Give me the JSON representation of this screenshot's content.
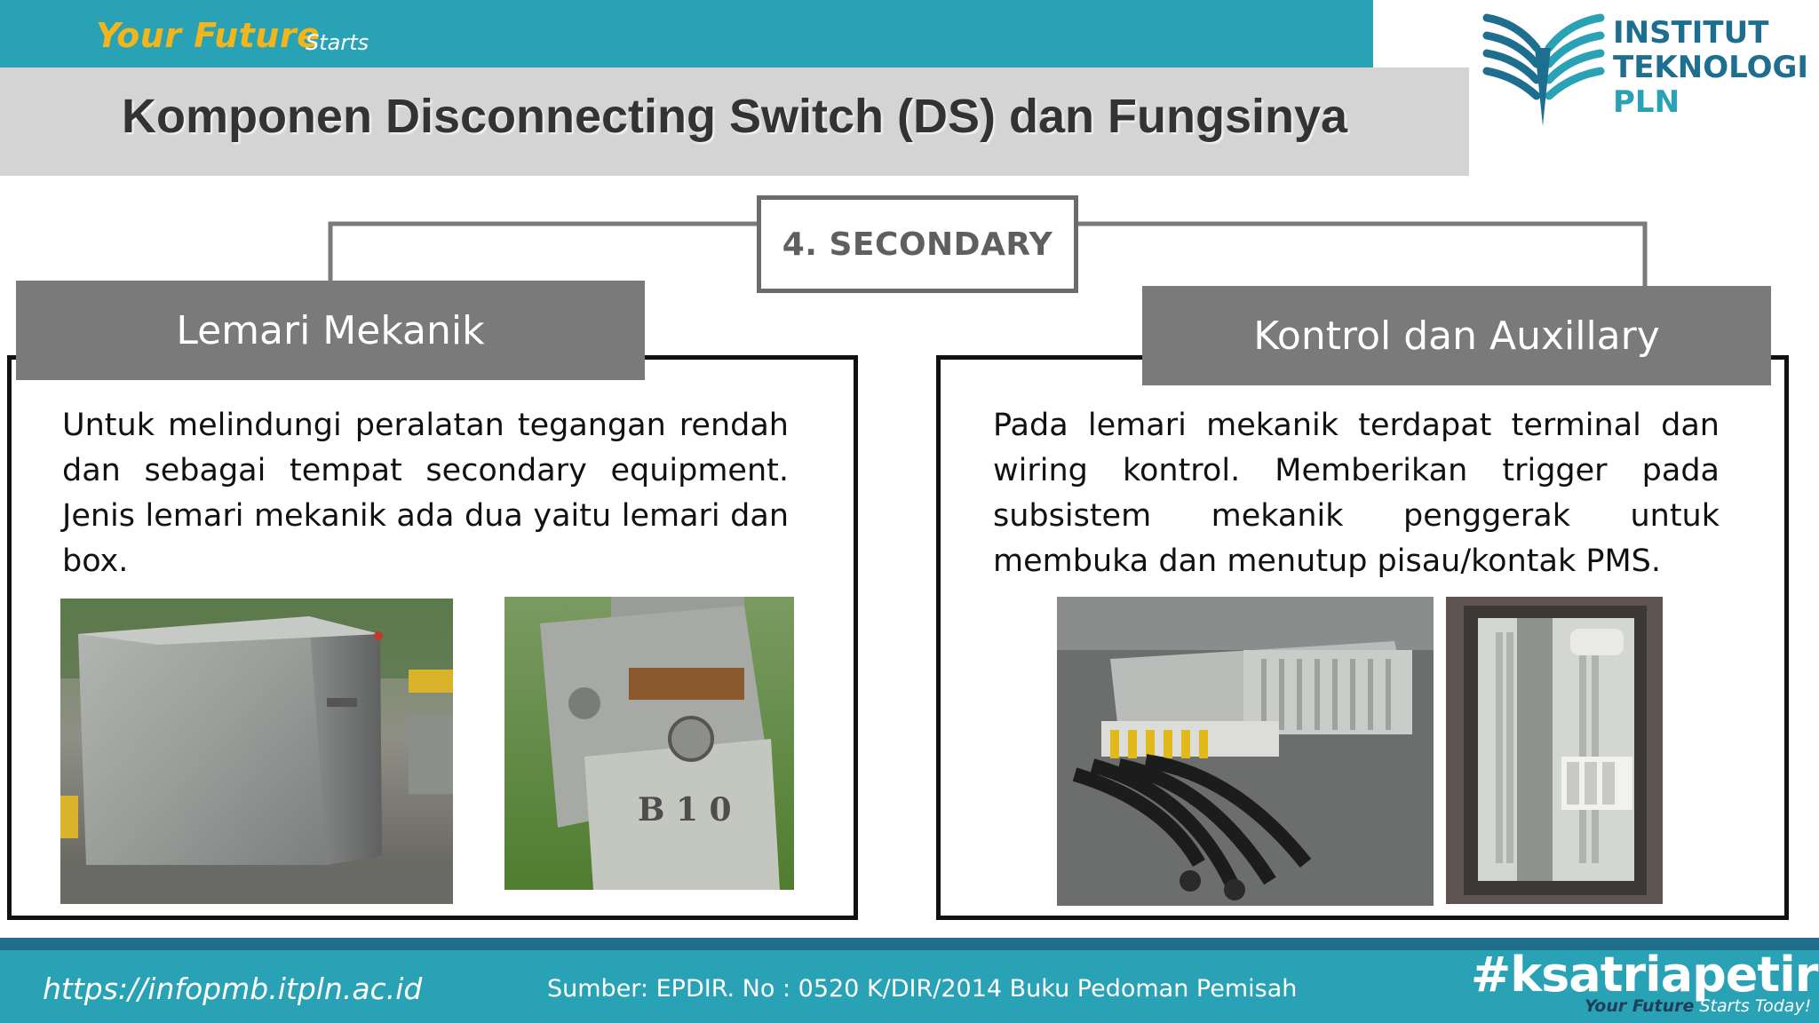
{
  "banner": {
    "tagline_main": "Your Future",
    "tagline_sub": "Starts"
  },
  "title": "Komponen Disconnecting Switch (DS) dan Fungsinya",
  "logo": {
    "line1": "INSTITUT",
    "line2": "TEKNOLOGI",
    "line3": "PLN",
    "icon": "book-wing-logo-icon"
  },
  "section_label": "4. SECONDARY",
  "left_panel": {
    "header": "Lemari Mekanik",
    "body": "Untuk melindungi peralatan tegangan rendah dan sebagai tempat secondary equipment. Jenis lemari mekanik ada dua yaitu lemari dan box."
  },
  "right_panel": {
    "header": "Kontrol dan Auxillary",
    "body": "Pada lemari mekanik terdapat terminal dan wiring kontrol. Memberikan trigger pada subsistem mekanik penggerak untuk membuka dan menutup pisau/kontak PMS.",
    "photo_text": "B 1 0"
  },
  "footer": {
    "url": "https://infopmb.itpln.ac.id",
    "source": "Sumber: EPDIR. No : 0520 K/DIR/2014 Buku Pedoman Pemisah",
    "hashtag": "#ksatriapetir",
    "hashtag_sub_yf": "Your Future",
    "hashtag_sub_rest": " Starts Today!"
  },
  "colors": {
    "teal": "#2aa2b5",
    "dark_teal": "#1f6f8b",
    "gold": "#f2b51c",
    "header_gray": "#7a7a7a",
    "title_band": "#d4d4d4"
  }
}
